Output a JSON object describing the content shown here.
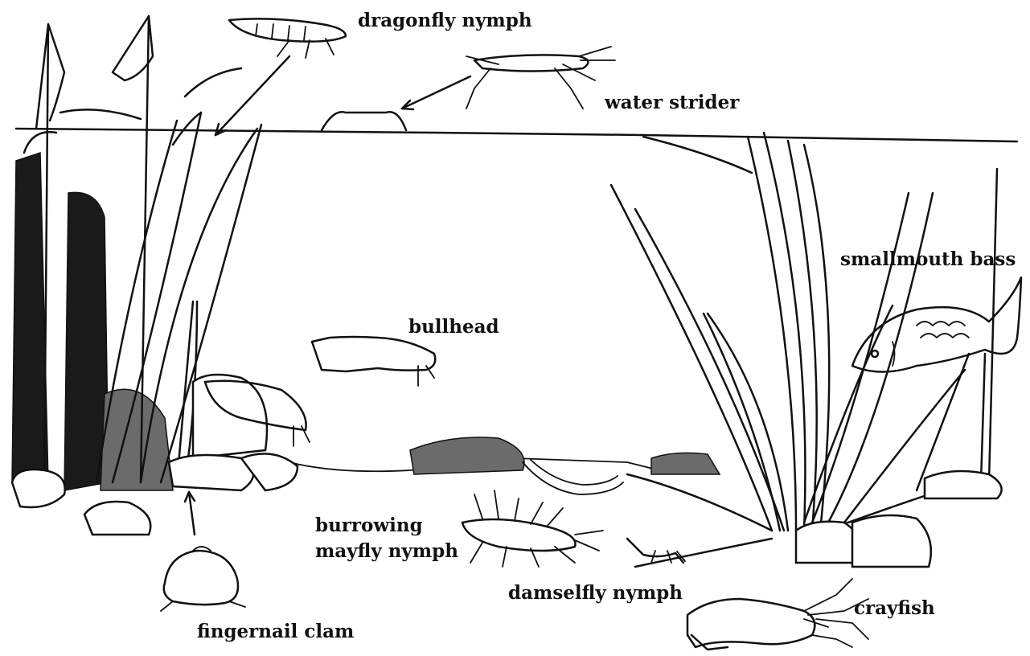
{
  "labels": {
    "dragonfly_nymph": "dragonfly nymph",
    "water_strider": "water strider",
    "smallmouth_bass": "smallmouth bass",
    "bullhead": "bullhead",
    "burrowing_mayfly_line1": "burrowing",
    "burrowing_mayfly_line2": "mayfly nymph",
    "damselfly_nymph": "damselfly nymph",
    "crayfish": "crayfish",
    "fingernail_clam": "fingernail clam"
  },
  "colors": {
    "ink": "#111111",
    "paper": "#ffffff"
  }
}
